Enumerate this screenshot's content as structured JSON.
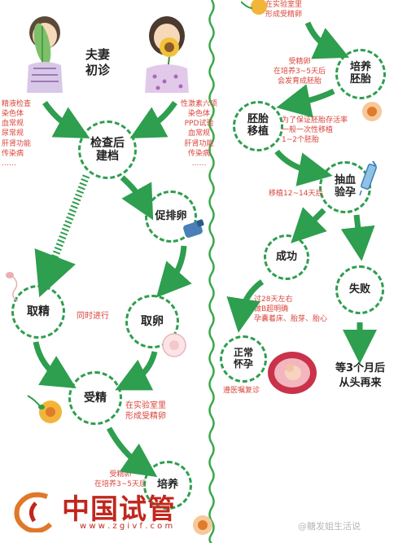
{
  "left": {
    "couple_label": "夫妻\n初诊",
    "husband_tests": "精液检查\n染色体\n血常规\n尿常规\n肝肾功能\n传染病\n……",
    "wife_tests": "性激素六项\n染色体\nPPD试验\n血常规\n肝肾功能\n传染病\n……",
    "checkup_node": "检查后\n建档",
    "ovulation_node": "促排卵",
    "sperm_node": "取精",
    "egg_node": "取卵",
    "simultaneous": "同时进行",
    "fertilization_node": "受精",
    "fertilization_note": "在实验室里\n形成受精卵",
    "bottom_note": "受精卵\n在培养3~5天后",
    "bottom_node_partial": "培养"
  },
  "right": {
    "top_note": "在实验室里\n形成受精卵",
    "culture_note": "受精卵\n在培养3~5天后\n会发育成胚胎",
    "culture_node": "培养\n胚胎",
    "transfer_node": "胚胎\n移植",
    "transfer_note": "为了保证胚胎存活率\n一般一次性移植\n1~2个胚胎",
    "blood_node": "抽血\n验孕",
    "days_note": "移植12~14天后",
    "success_node": "成功",
    "fail_node": "失败",
    "after_success_note": "过28天左右\n做B超明确\n孕囊着床、胎芽、胎心",
    "pregnancy_node": "正常\n怀孕",
    "followup_note": "遵医嘱复诊",
    "retry_note": "等3个月后\n从头再来"
  },
  "watermark": {
    "logo": "中国试管",
    "url": "w w w . z g i v f . c o m",
    "source": "@糖发姐生活说"
  },
  "colors": {
    "green": "#2e9e4f",
    "red": "#d9453b",
    "logo": "#c0271e"
  }
}
